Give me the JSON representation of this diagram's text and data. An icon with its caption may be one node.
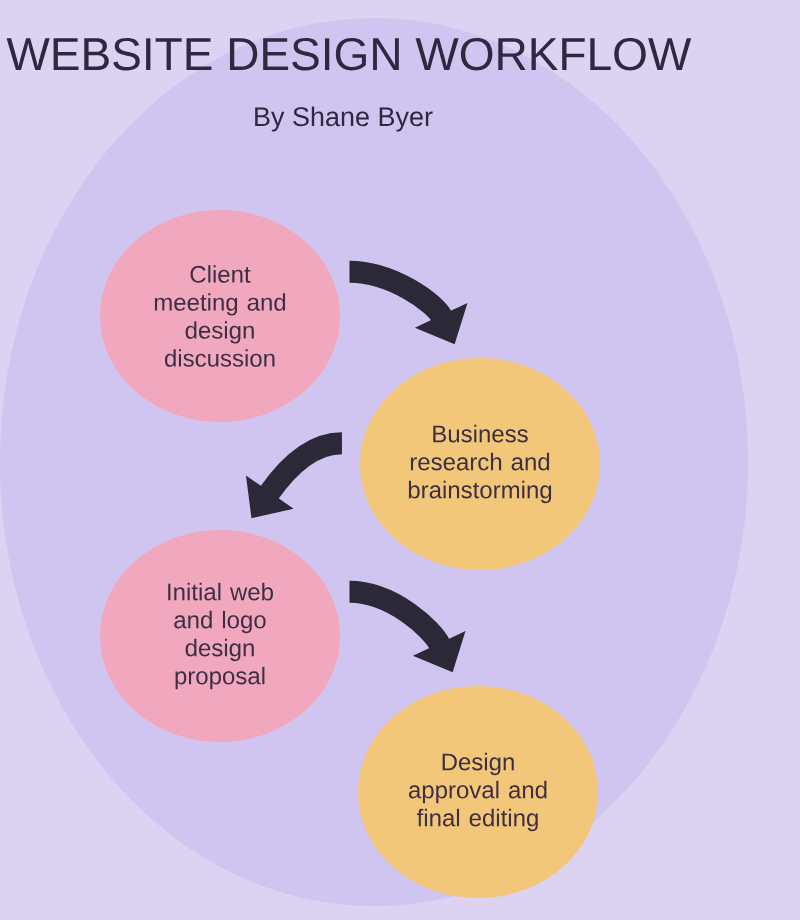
{
  "diagram": {
    "title": "WEBSITE DESIGN WORKFLOW",
    "nodes": [
      {
        "text": [
          "Client meeting and design discussion"
        ]
      },
      {
        "text": [
          "Business research and brainstorming"
        ]
      },
      {
        "text": [
          "Initial web and logo design proposal"
        ]
      },
      {
        "text": [
          "Design approval and final editing"
        ]
      }
    ],
    "edges": [
      {
        "from": 0,
        "to": 1,
        "arrow": "to"
      },
      {
        "from": 1,
        "to": 2,
        "arrow": "to"
      },
      {
        "from": 2,
        "to": 3,
        "arrow": "to"
      }
    ],
    "labels": [
      "By Shane Byer"
    ]
  }
}
